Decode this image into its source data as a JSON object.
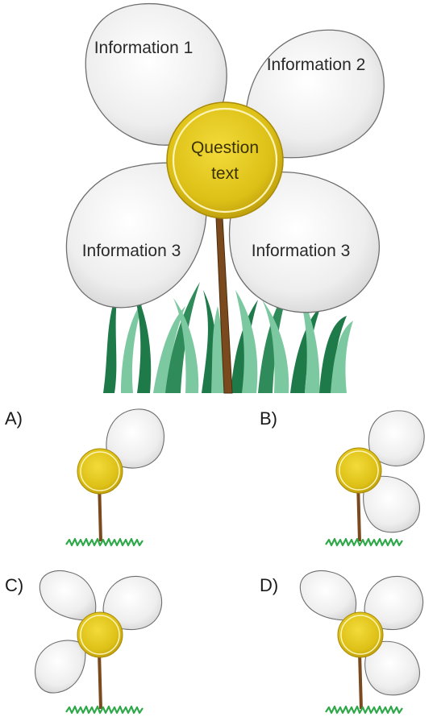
{
  "main_flower": {
    "petals": [
      {
        "label": "Information 1"
      },
      {
        "label": "Information 2"
      },
      {
        "label": "Information 3"
      },
      {
        "label": "Information 3"
      }
    ],
    "center": {
      "line1": "Question",
      "line2": "text"
    }
  },
  "options": [
    {
      "label": "A)",
      "petal_count": 1
    },
    {
      "label": "B)",
      "petal_count": 2
    },
    {
      "label": "C)",
      "petal_count": 3
    },
    {
      "label": "D)",
      "petal_count": 3
    }
  ],
  "colors": {
    "petal_fill": "#eeeeee",
    "petal_stroke": "#6e6e6e",
    "center_fill": "#d9bd17",
    "center_ring": "#fff4b8",
    "stem": "#7a4a1e",
    "grass_dark": "#1f7a4a",
    "grass_light": "#7cc8a0",
    "small_grass": "#2fa84a"
  }
}
